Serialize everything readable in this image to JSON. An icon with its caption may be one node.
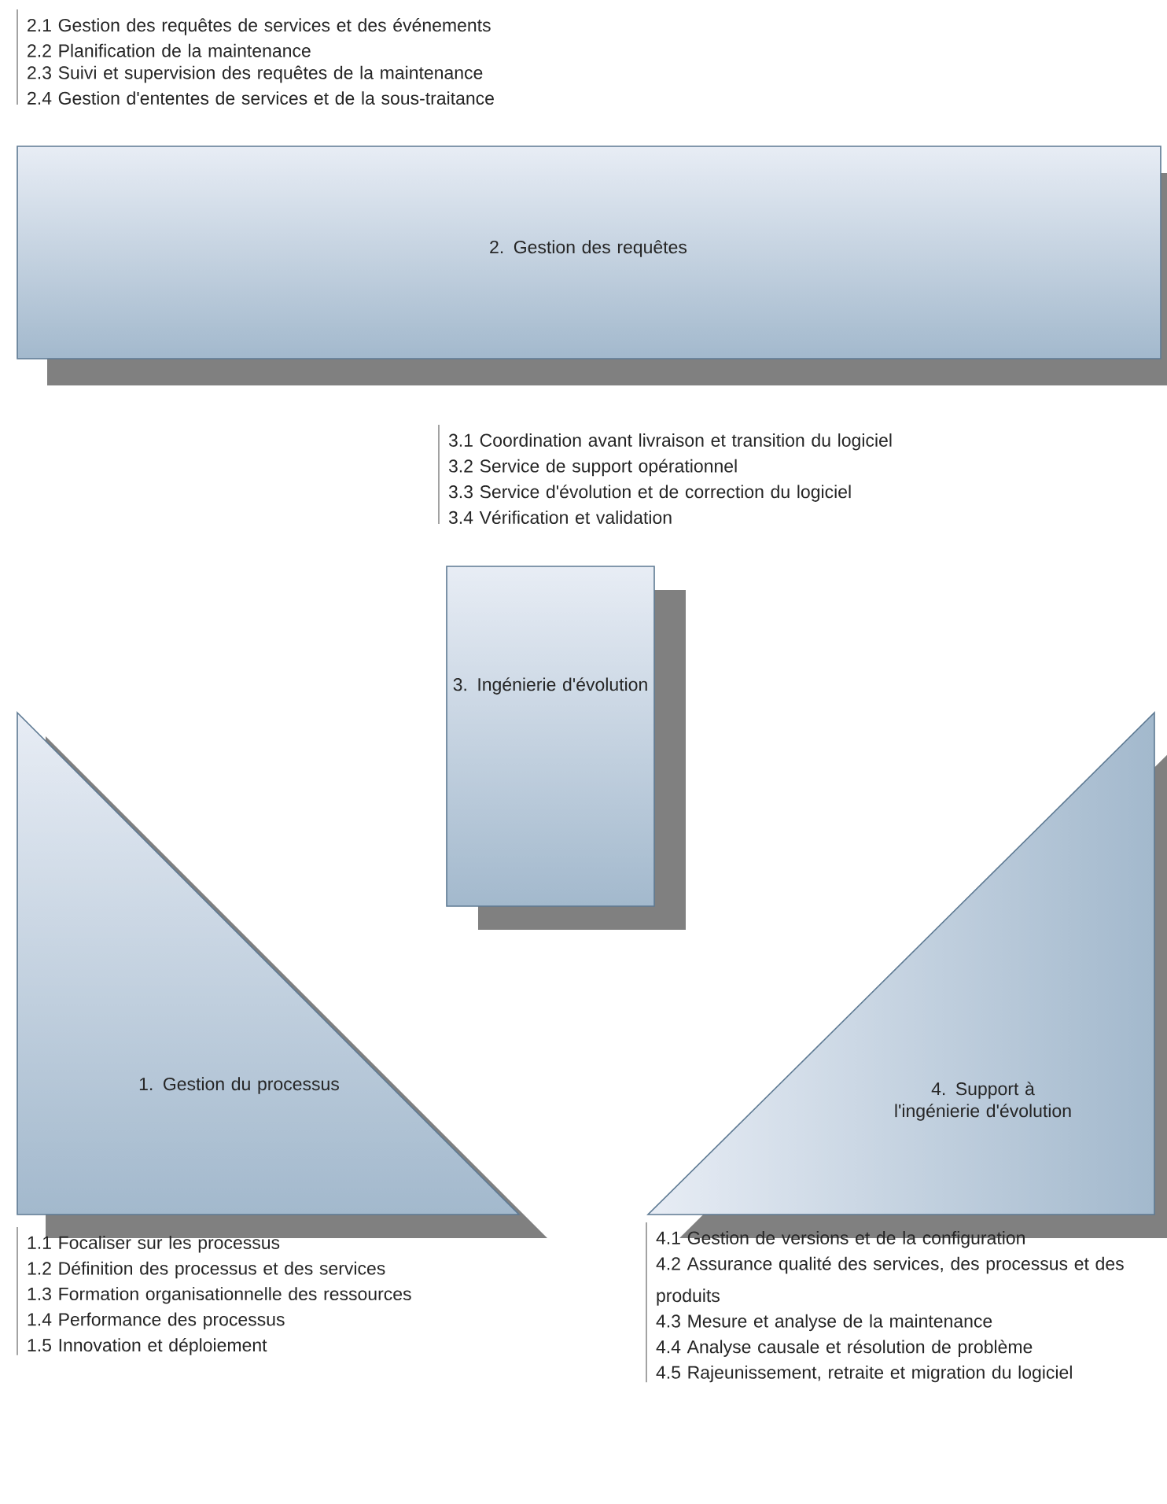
{
  "diagram": {
    "nodes": [
      {
        "text": [
          "2. Gestion des requêtes"
        ],
        "beside": [
          "2.1 Gestion des requêtes de services et des événements",
          "2.2 Planification de la maintenance",
          "2.3 Suivi et supervision des requêtes de la maintenance",
          "2.4 Gestion d'ententes de services et de la sous-traitance"
        ]
      },
      {
        "text": [
          "3. Ingénierie d'évolution"
        ],
        "beside": [
          "3.1 Coordination avant livraison et transition du logiciel",
          "3.2 Service de support opérationnel",
          "3.3 Service d'évolution et de correction du logiciel",
          "3.4 Vérification et validation"
        ]
      },
      {
        "text": [
          "1. Gestion du processus"
        ],
        "beside": [
          "1.1 Focaliser sur les processus",
          "1.2 Définition des processus et des services",
          "1.3 Formation organisationnelle des ressources",
          "1.4 Performance des processus",
          "1.5 Innovation et déploiement"
        ]
      },
      {
        "text": [
          "4. Support à l'ingénierie d'évolution"
        ],
        "beside": [
          "4.1 Gestion de versions et de la configuration",
          "4.2 Assurance qualité des services, des processus et des produits",
          "4.3 Mesure et analyse de la maintenance",
          "4.4 Analyse causale et résolution de problème",
          "4.5 Rajeunissement, retraite et migration du logiciel"
        ]
      }
    ]
  }
}
